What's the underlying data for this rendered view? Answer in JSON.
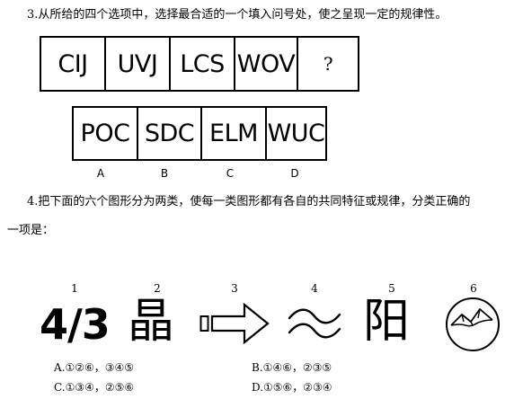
{
  "q3": {
    "text": "3.从所给的四个选项中，选择最合适的一个填入问号处，使之呈现一定的规律性。",
    "sequence": [
      "CIJ",
      "UVJ",
      "LCS",
      "WOV",
      "?"
    ],
    "options": [
      "POC",
      "SDC",
      "ELM",
      "WUC"
    ],
    "option_labels": [
      "A",
      "B",
      "C",
      "D"
    ]
  },
  "q4": {
    "text_line1": "4.把下面的六个图形分为两类，使每一类图形都有各自的共同特征或规律，分类正确的",
    "text_line2": "一项是：",
    "figure_numbers": [
      "1",
      "2",
      "3",
      "4",
      "5",
      "6"
    ],
    "figures": {
      "fig1_text": "4/3",
      "fig2_char": "晶",
      "fig3_icon": "arrow-outline-icon",
      "fig4_icon": "approx-wave-icon",
      "fig5_char": "阳",
      "fig6_icon": "circle-mountains-icon"
    },
    "choices": {
      "A": "A.①②⑥，③④⑤",
      "B": "B.①④⑥，②③⑤",
      "C": "C.①③④，②⑤⑥",
      "D": "D.①⑤⑥，②③④"
    }
  }
}
